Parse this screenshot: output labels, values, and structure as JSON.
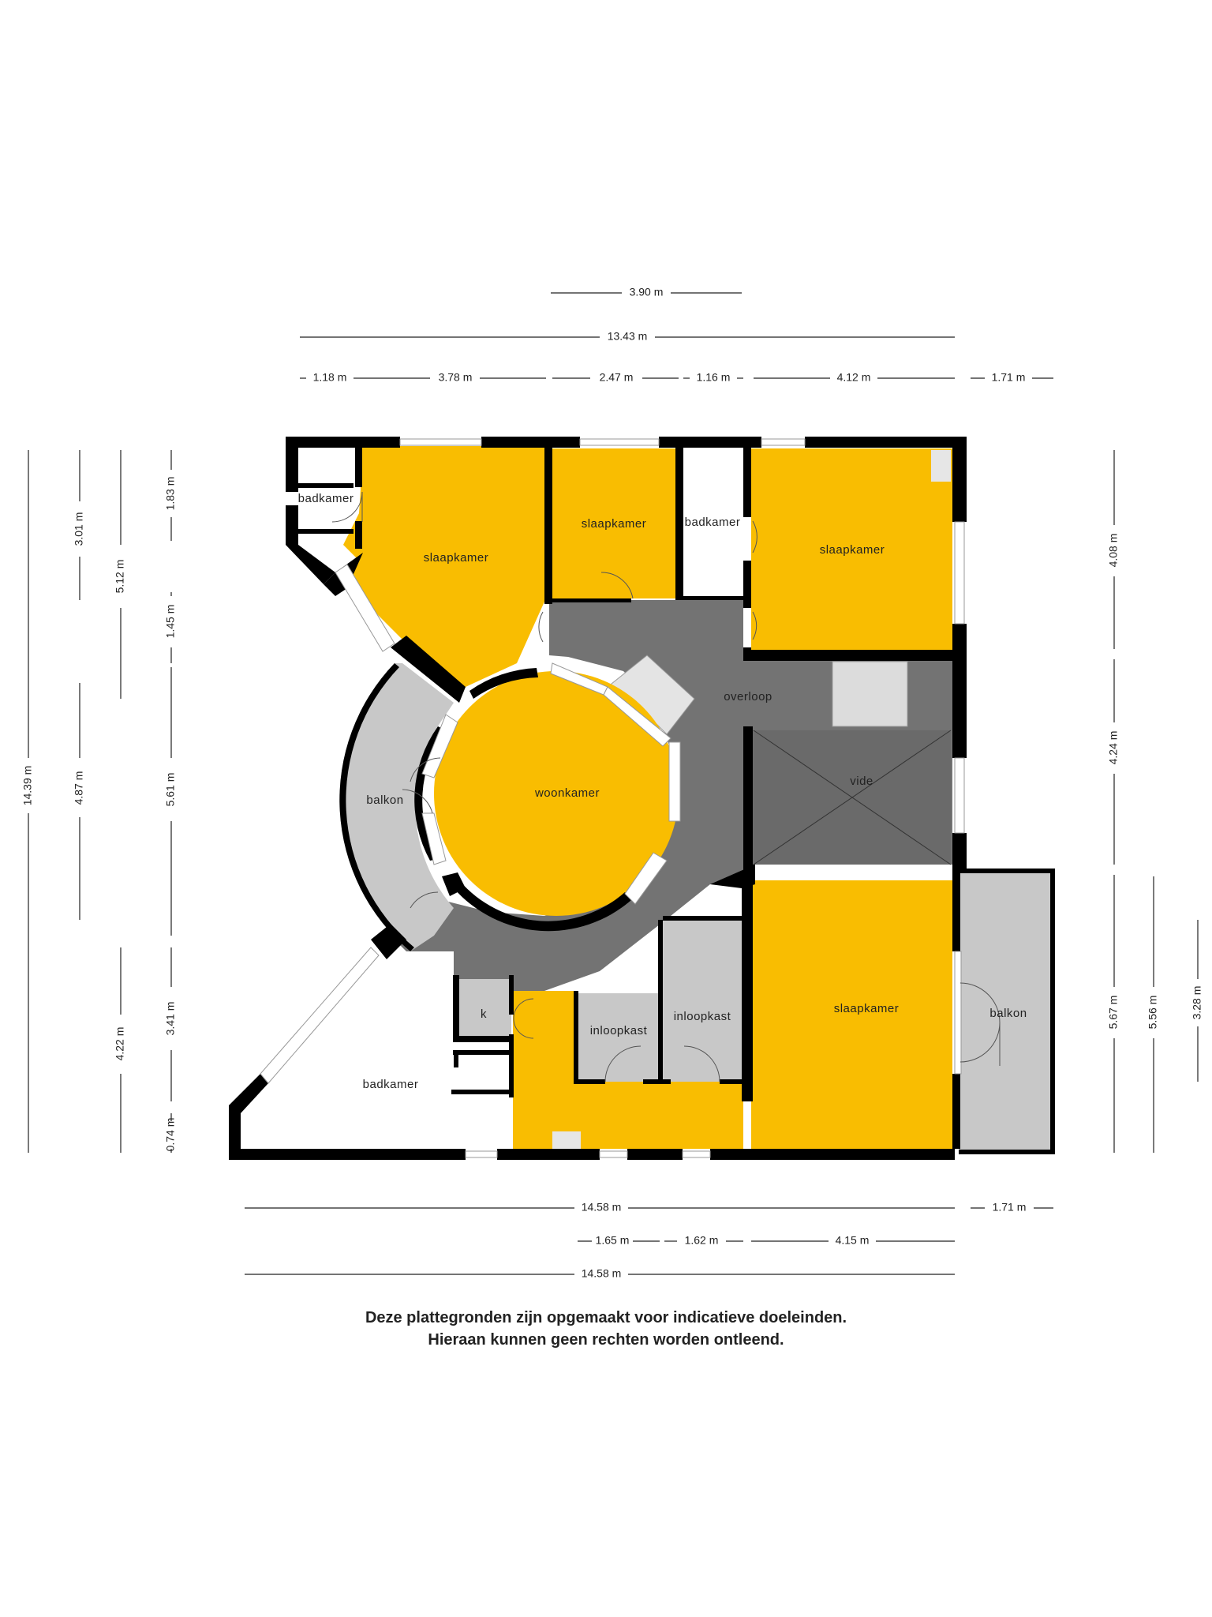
{
  "colors": {
    "room": "#f9bd01",
    "hallway": "#737373",
    "balcony": "#c8c8c8",
    "wall": "#000000",
    "white_room": "#ffffff"
  },
  "rooms": {
    "badkamer_small": "badkamer",
    "slaapkamer_nw": "slaapkamer",
    "slaapkamer_n": "slaapkamer",
    "badkamer_n": "badkamer",
    "slaapkamer_ne": "slaapkamer",
    "overloop": "overloop",
    "vide": "vide",
    "woonkamer": "woonkamer",
    "balkon_w": "balkon",
    "k": "k",
    "inloopkast_1": "inloopkast",
    "inloopkast_2": "inloopkast",
    "slaapkamer_se": "slaapkamer",
    "balkon_e": "balkon",
    "badkamer_sw": "badkamer"
  },
  "dimensions": {
    "top_3_90": "3.90 m",
    "top_13_43": "13.43 m",
    "top_1_18": "1.18 m",
    "top_3_78": "3.78 m",
    "top_2_47": "2.47 m",
    "top_1_16": "1.16 m",
    "top_4_12": "4.12 m",
    "top_1_71": "1.71 m",
    "bottom_14_58_a": "14.58 m",
    "bottom_1_71": "1.71 m",
    "bottom_1_65": "1.65 m",
    "bottom_1_62": "1.62 m",
    "bottom_4_15": "4.15 m",
    "bottom_14_58_b": "14.58 m",
    "left_14_39": "14.39 m",
    "left_3_01": "3.01 m",
    "left_4_87": "4.87 m",
    "left_5_12": "5.12 m",
    "left_4_22": "4.22 m",
    "left_1_83": "1.83 m",
    "left_1_45": "1.45 m",
    "left_5_61": "5.61 m",
    "left_3_41": "3.41 m",
    "left_0_74": "0.74 m",
    "right_4_08": "4.08 m",
    "right_4_24": "4.24 m",
    "right_5_67": "5.67 m",
    "right_5_56": "5.56 m",
    "right_3_28": "3.28 m"
  },
  "disclaimer": {
    "line1": "Deze plattegronden zijn opgemaakt voor indicatieve doeleinden.",
    "line2": "Hieraan kunnen geen rechten worden ontleend."
  }
}
